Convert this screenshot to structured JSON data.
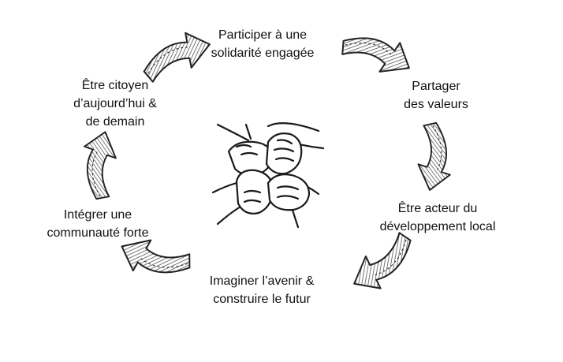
{
  "diagram": {
    "steps": [
      {
        "id": "top",
        "lines": [
          "Participer à une",
          "solidarité engagée"
        ]
      },
      {
        "id": "upper-right",
        "lines": [
          "Partager",
          "des valeurs"
        ]
      },
      {
        "id": "lower-right",
        "lines": [
          "Être acteur du",
          "développement local"
        ]
      },
      {
        "id": "bottom",
        "lines": [
          "Imaginer l’avenir &",
          "construire le futur"
        ]
      },
      {
        "id": "lower-left",
        "lines": [
          "Intégrer une",
          "communauté forte"
        ]
      },
      {
        "id": "upper-left",
        "lines": [
          "Être citoyen",
          "d’aujourd’hui &",
          "de demain"
        ]
      }
    ],
    "center_icon": "linked-hands-icon",
    "arrow_icon": "curved-sketch-arrow-icon",
    "colors": {
      "text": "#111111",
      "stroke": "#222222",
      "arrow_fill_dark": "#8a8a8a",
      "arrow_fill_light": "#ffffff"
    }
  }
}
